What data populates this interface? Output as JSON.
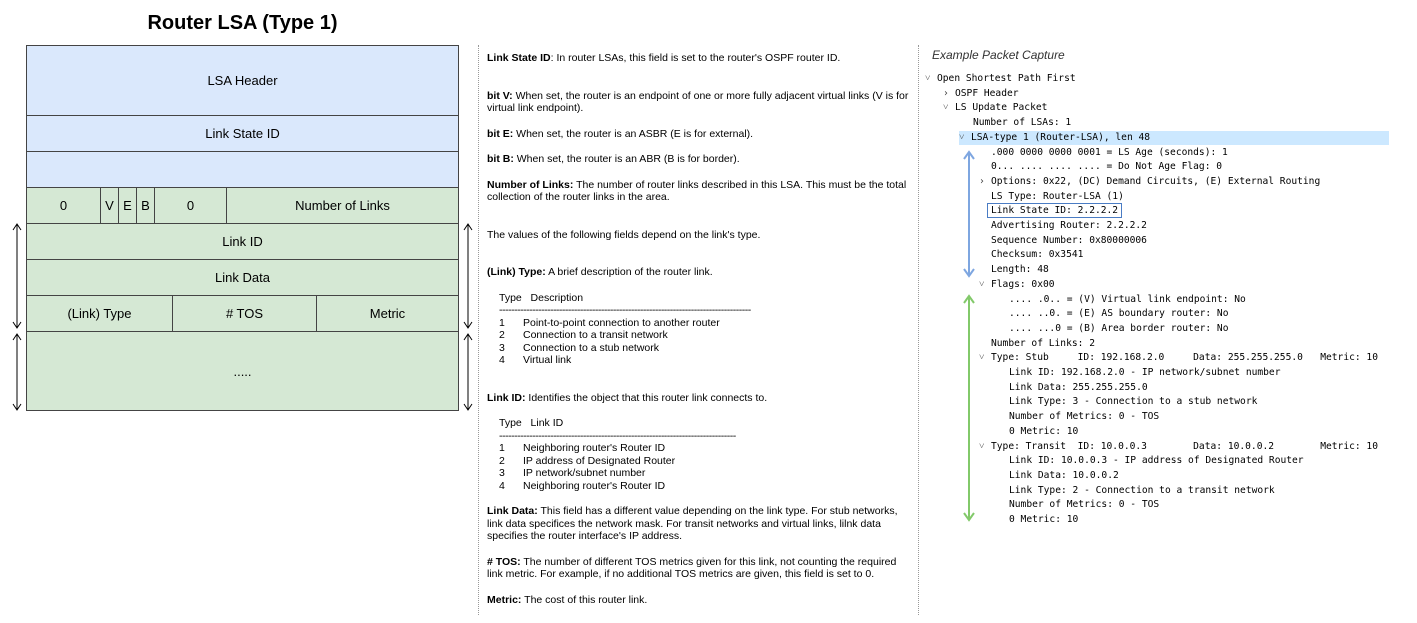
{
  "diagram": {
    "title": "Router LSA (Type 1)",
    "lsa_header": "LSA Header",
    "link_state_id": "Link State ID",
    "flags_row": {
      "zero1": "0",
      "v": "V",
      "e": "E",
      "b": "B",
      "zero2": "0",
      "num_links": "Number of Links"
    },
    "link_id": "Link ID",
    "link_data": "Link Data",
    "type_row": {
      "type": "(Link) Type",
      "tos": "# TOS",
      "metric": "Metric"
    },
    "ellipsis": "....."
  },
  "descriptions": {
    "link_state_id": {
      "label": "Link State ID",
      "text": ": In router LSAs, this field is set to the router's OSPF router ID."
    },
    "bit_v": {
      "label": "bit V:",
      "text": " When set, the router is an endpoint of one or more fully adjacent virtual links (V is for virtual link endpoint)."
    },
    "bit_e": {
      "label": "bit E:",
      "text": " When set, the router is an ASBR (E is for external)."
    },
    "bit_b": {
      "label": "bit B:",
      "text": " When set, the router is an ABR (B is for border)."
    },
    "num_links": {
      "label": "Number of Links:",
      "text": " The number of router links described in this LSA. This must be the total collection of the router links in the area."
    },
    "depends": "The values of the following fields depend on the link's type.",
    "link_type": {
      "label": "(Link) Type:",
      "text": " A brief description of the router link.",
      "header": "Type   Description",
      "rule": "------------------------------------------------------------------------------------",
      "rows": [
        {
          "n": "1",
          "d": "Point-to-point connection to another router"
        },
        {
          "n": "2",
          "d": "Connection to a transit network"
        },
        {
          "n": "3",
          "d": "Connection to a stub network"
        },
        {
          "n": "4",
          "d": "Virtual link"
        }
      ]
    },
    "link_id": {
      "label": "Link ID:",
      "text": " Identifies the object that this router link connects to.",
      "header": "Type   Link ID",
      "rule": "-------------------------------------------------------------------------------",
      "rows": [
        {
          "n": "1",
          "d": "Neighboring router's Router ID"
        },
        {
          "n": "2",
          "d": "IP address of Designated Router"
        },
        {
          "n": "3",
          "d": "IP network/subnet number"
        },
        {
          "n": "4",
          "d": "Neighboring router's Router ID"
        }
      ]
    },
    "link_data": {
      "label": "Link Data:",
      "text": " This field has a different value depending on the link type. For stub networks, link data specifices the network mask. For transit networks and virtual links, lilnk data specifies the router interface's IP address."
    },
    "tos": {
      "label": "# TOS:",
      "text": " The number of different TOS metrics given for this link, not counting the required link metric. For example, if no additional TOS metrics are given, this field is set to 0."
    },
    "metric": {
      "label": "Metric:",
      "text": " The cost of this router link."
    }
  },
  "capture": {
    "heading": "Example Packet Capture",
    "lines": [
      {
        "chev": "v",
        "text": "Open Shortest Path First"
      },
      {
        "chev": ">",
        "text": "OSPF Header"
      },
      {
        "chev": "v",
        "text": "LS Update Packet"
      },
      {
        "chev": "",
        "text": "Number of LSAs: 1"
      },
      {
        "chev": "v",
        "text": "LSA-type 1 (Router-LSA), len 48"
      },
      {
        "chev": "",
        "text": ".000 0000 0000 0001 = LS Age (seconds): 1"
      },
      {
        "chev": "",
        "text": "0... .... .... .... = Do Not Age Flag: 0"
      },
      {
        "chev": ">",
        "text": "Options: 0x22, (DC) Demand Circuits, (E) External Routing"
      },
      {
        "chev": "",
        "text": "LS Type: Router-LSA (1)"
      },
      {
        "chev": "",
        "text": "Link State ID: 2.2.2.2"
      },
      {
        "chev": "",
        "text": "Advertising Router: 2.2.2.2"
      },
      {
        "chev": "",
        "text": "Sequence Number: 0x80000006"
      },
      {
        "chev": "",
        "text": "Checksum: 0x3541"
      },
      {
        "chev": "",
        "text": "Length: 48"
      },
      {
        "chev": "v",
        "text": "Flags: 0x00"
      },
      {
        "chev": "",
        "text": ".... .0.. = (V) Virtual link endpoint: No"
      },
      {
        "chev": "",
        "text": ".... ..0. = (E) AS boundary router: No"
      },
      {
        "chev": "",
        "text": ".... ...0 = (B) Area border router: No"
      },
      {
        "chev": "",
        "text": "Number of Links: 2"
      },
      {
        "chev": "v",
        "text": "Type: Stub     ID: 192.168.2.0     Data: 255.255.255.0   Metric: 10"
      },
      {
        "chev": "",
        "text": "Link ID: 192.168.2.0 - IP network/subnet number"
      },
      {
        "chev": "",
        "text": "Link Data: 255.255.255.0"
      },
      {
        "chev": "",
        "text": "Link Type: 3 - Connection to a stub network"
      },
      {
        "chev": "",
        "text": "Number of Metrics: 0 - TOS"
      },
      {
        "chev": "",
        "text": "0 Metric: 10"
      },
      {
        "chev": "v",
        "text": "Type: Transit  ID: 10.0.0.3        Data: 10.0.0.2        Metric: 10"
      },
      {
        "chev": "",
        "text": "Link ID: 10.0.0.3 - IP address of Designated Router"
      },
      {
        "chev": "",
        "text": "Link Data: 10.0.0.2"
      },
      {
        "chev": "",
        "text": "Link Type: 2 - Connection to a transit network"
      },
      {
        "chev": "",
        "text": "Number of Metrics: 0 - TOS"
      },
      {
        "chev": "",
        "text": "0 Metric: 10"
      }
    ]
  },
  "colors": {
    "header_blue": "#dae8fc",
    "link_green": "#d5e8d4",
    "selected_row": "#cce8ff",
    "arrow_blue": "#7ea6e0",
    "arrow_green": "#82c96a"
  }
}
